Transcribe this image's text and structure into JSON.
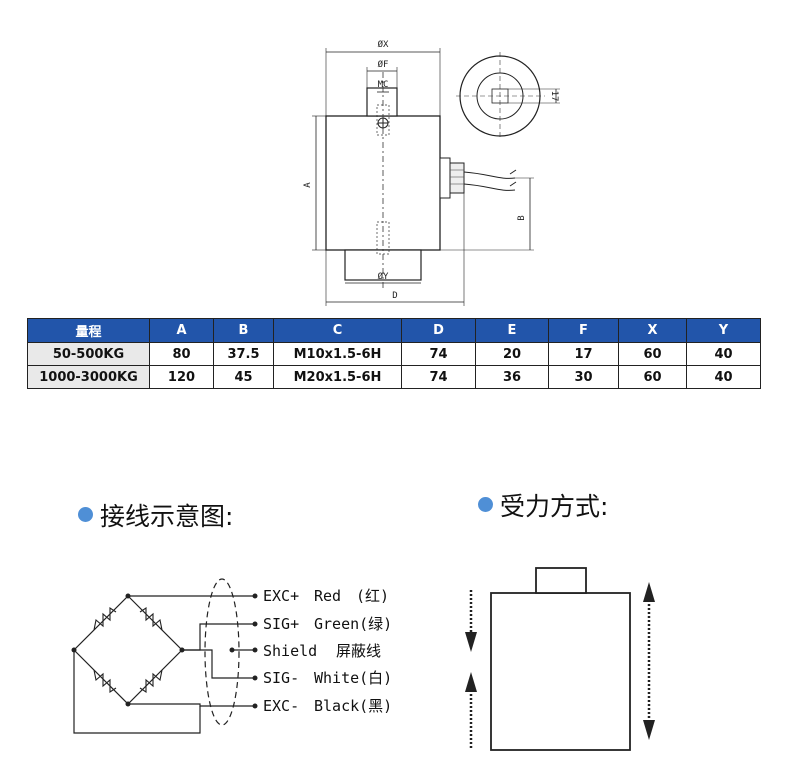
{
  "drawing": {
    "dim_labels": {
      "x": "ØX",
      "f": "ØF",
      "mc": "MC",
      "a": "A",
      "b": "B",
      "y": "ØY",
      "d": "D",
      "side17": "17"
    }
  },
  "table": {
    "headers": [
      "量程",
      "A",
      "B",
      "C",
      "D",
      "E",
      "F",
      "X",
      "Y"
    ],
    "rows": [
      [
        "50-500KG",
        "80",
        "37.5",
        "M10x1.5-6H",
        "74",
        "20",
        "17",
        "60",
        "40"
      ],
      [
        "1000-3000KG",
        "120",
        "45",
        "M20x1.5-6H",
        "74",
        "36",
        "30",
        "60",
        "40"
      ]
    ]
  },
  "sections": {
    "wiring_title": "接线示意图:",
    "force_title": "受力方式:"
  },
  "wiring": {
    "terminals": [
      {
        "signal": "EXC+",
        "color": "Red",
        "cn": "(红)"
      },
      {
        "signal": "SIG+",
        "color": "Green(绿)",
        "cn": ""
      },
      {
        "signal": "Shield",
        "color": "",
        "cn": "屏蔽线"
      },
      {
        "signal": "SIG-",
        "color": "White(白)",
        "cn": ""
      },
      {
        "signal": "EXC-",
        "color": "Black(黑)",
        "cn": ""
      }
    ]
  },
  "colors": {
    "header_bg": "#2255aa",
    "bullet": "#4f8fd6"
  }
}
